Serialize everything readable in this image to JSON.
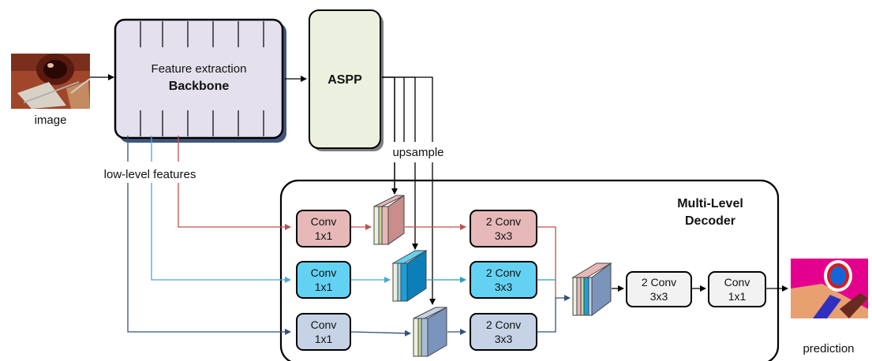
{
  "labels": {
    "image": "image",
    "prediction": "prediction",
    "low_level": "low-level features",
    "upsample": "upsample"
  },
  "backbone": {
    "line1": "Feature extraction",
    "line2": "Backbone"
  },
  "aspp": {
    "label": "ASPP"
  },
  "decoder": {
    "title1": "Multi-Level",
    "title2": "Decoder"
  },
  "conv1x1": [
    {
      "line1": "Conv",
      "line2": "1x1"
    },
    {
      "line1": "Conv",
      "line2": "1x1"
    },
    {
      "line1": "Conv",
      "line2": "1x1"
    }
  ],
  "conv3x3": [
    {
      "line1": "2 Conv",
      "line2": "3x3"
    },
    {
      "line1": "2 Conv",
      "line2": "3x3"
    },
    {
      "line1": "2 Conv",
      "line2": "3x3"
    }
  ],
  "final_conv3x3": {
    "line1": "2 Conv",
    "line2": "3x3"
  },
  "final_conv1x1": {
    "line1": "Conv",
    "line2": "1x1"
  },
  "colors": {
    "red_branch": "#c0504d",
    "cyan_branch": "#4aa8d8",
    "blue_branch": "#34507c",
    "backbone_fill": "#e4e0ee",
    "aspp_fill": "#ebf1de",
    "conv_red_fill": "#e6b9b8",
    "conv_cyan_fill": "#63d2f2",
    "conv_blue_fill": "#c6d3e6",
    "final_fill": "#f2f2f2"
  }
}
